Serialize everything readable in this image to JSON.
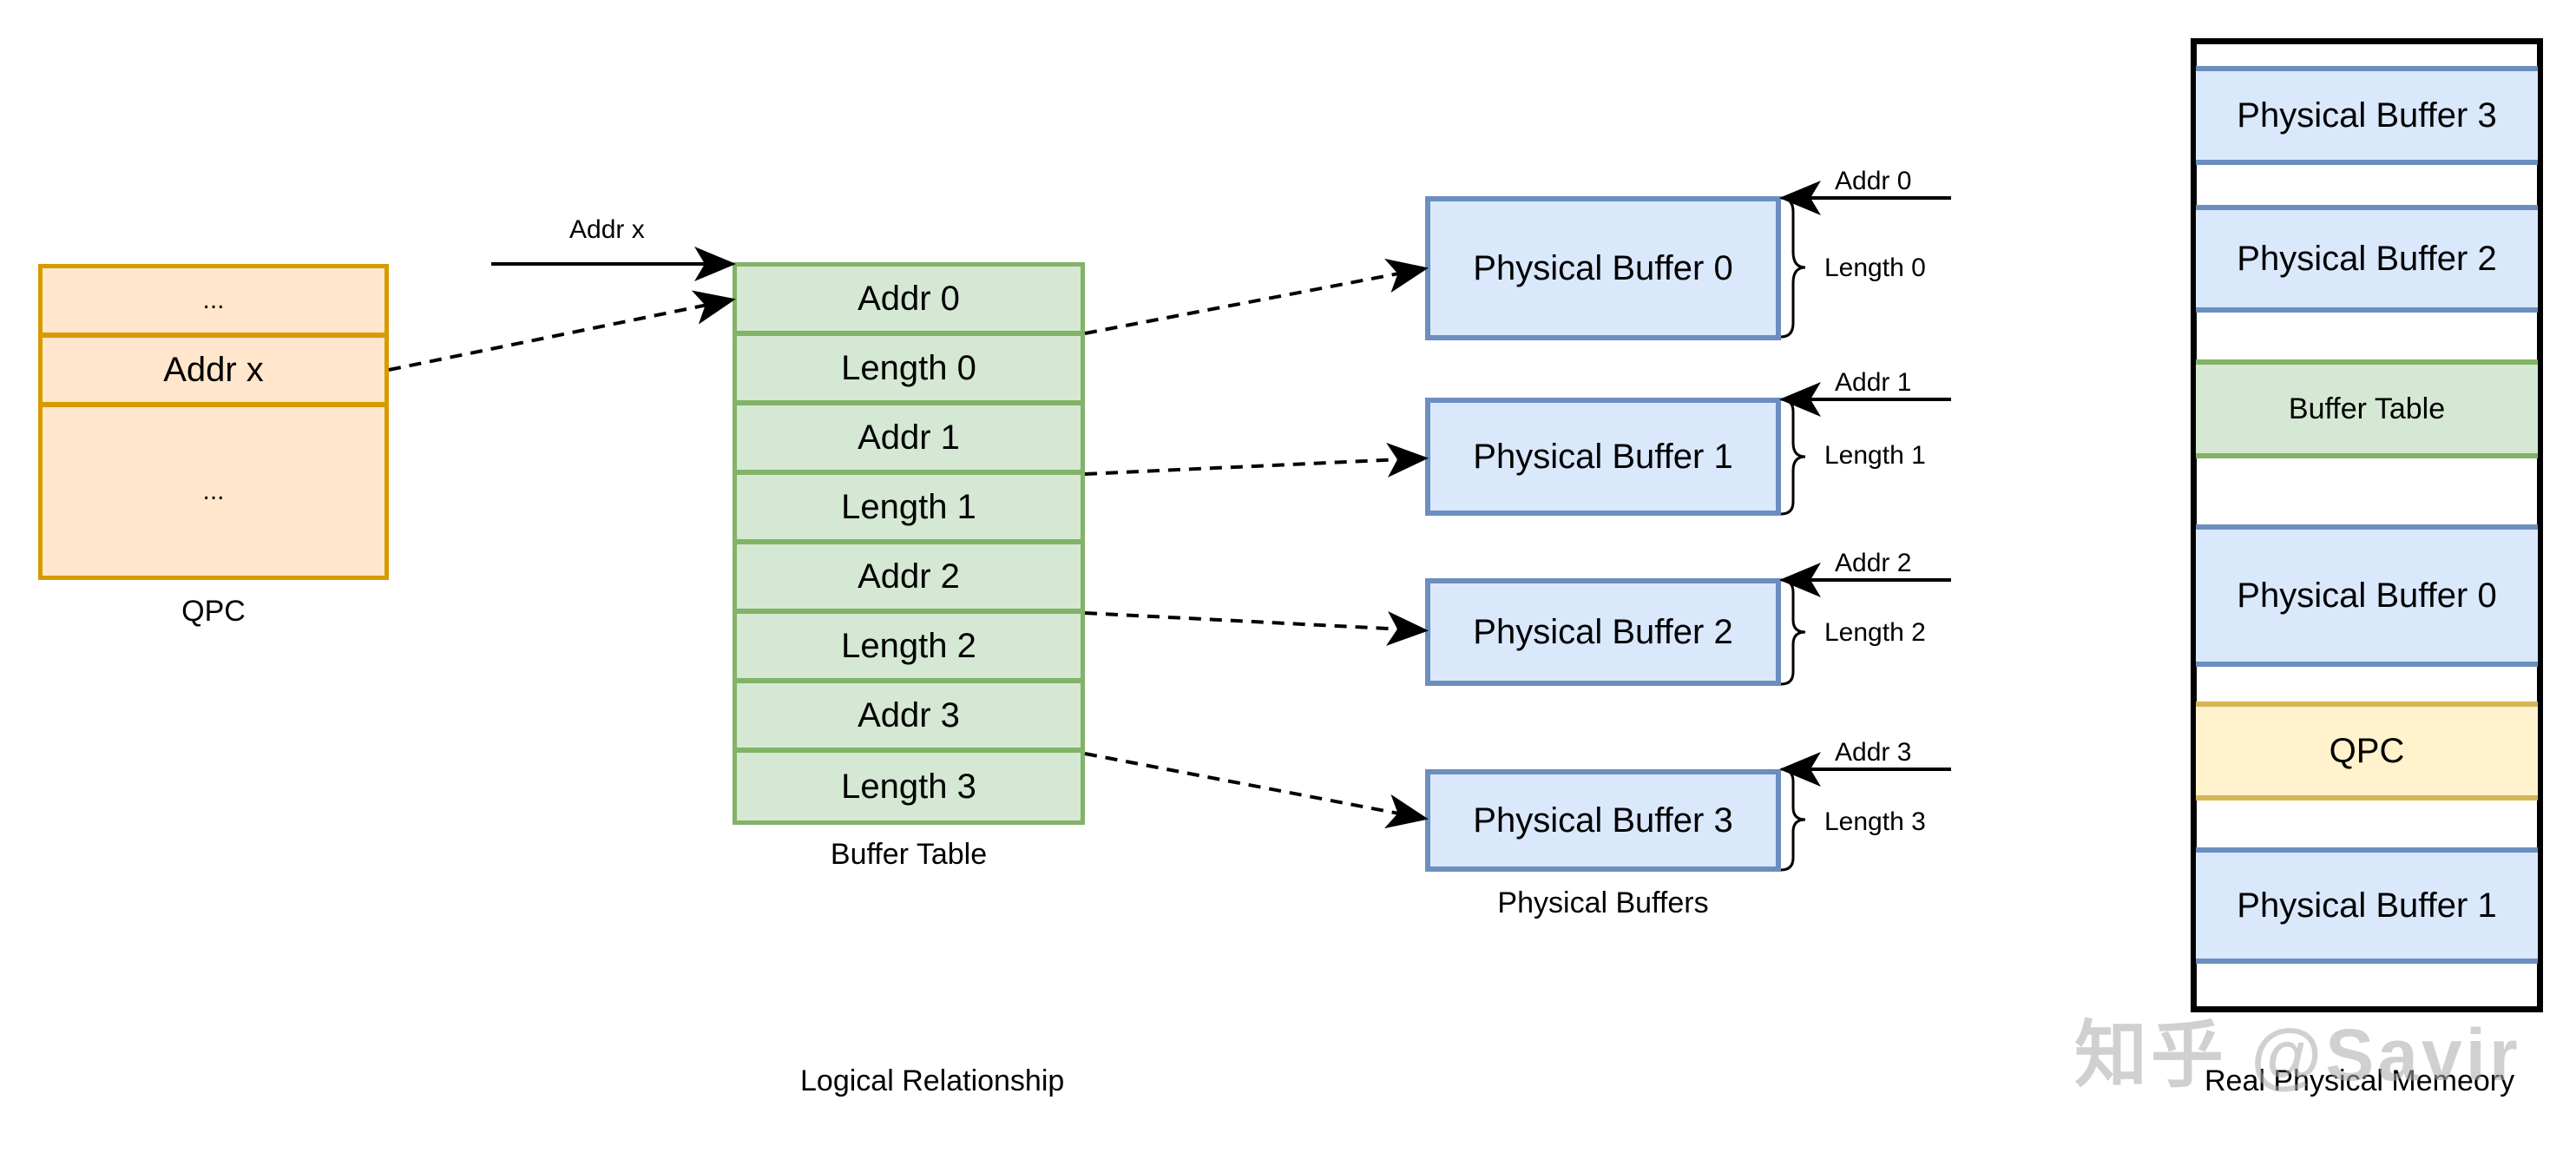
{
  "qpc": {
    "rows": [
      "...",
      "Addr x",
      "..."
    ],
    "caption": "QPC"
  },
  "arrow_label_addr_x": "Addr x",
  "buffer_table": {
    "rows": [
      "Addr 0",
      "Length 0",
      "Addr 1",
      "Length 1",
      "Addr 2",
      "Length 2",
      "Addr 3",
      "Length 3"
    ],
    "caption": "Buffer Table"
  },
  "physical_buffers": {
    "items": [
      {
        "label": "Physical Buffer 0",
        "addr": "Addr 0",
        "length": "Length 0"
      },
      {
        "label": "Physical Buffer 1",
        "addr": "Addr 1",
        "length": "Length 1"
      },
      {
        "label": "Physical Buffer 2",
        "addr": "Addr 2",
        "length": "Length 2"
      },
      {
        "label": "Physical Buffer 3",
        "addr": "Addr 3",
        "length": "Length 3"
      }
    ],
    "caption": "Physical Buffers"
  },
  "logical_caption": "Logical Relationship",
  "real_memory": {
    "blocks": [
      {
        "label": "Physical Buffer 3",
        "color": "blue"
      },
      {
        "label": "Physical Buffer 2",
        "color": "blue"
      },
      {
        "label": "Buffer Table",
        "color": "green"
      },
      {
        "label": "Physical Buffer 0",
        "color": "blue"
      },
      {
        "label": "QPC",
        "color": "yellow"
      },
      {
        "label": "Physical Buffer 1",
        "color": "blue"
      }
    ],
    "caption": "Real Physical Memeory"
  },
  "watermark": "知乎 @Savir",
  "colors": {
    "orange_fill": "#ffe6cc",
    "orange_border": "#d79b00",
    "green_fill": "#d5e8d4",
    "green_border": "#82b366",
    "blue_fill": "#dae8fc",
    "blue_border": "#6c8ebf",
    "yellow_fill": "#fff2cc",
    "yellow_border": "#d6b656"
  }
}
